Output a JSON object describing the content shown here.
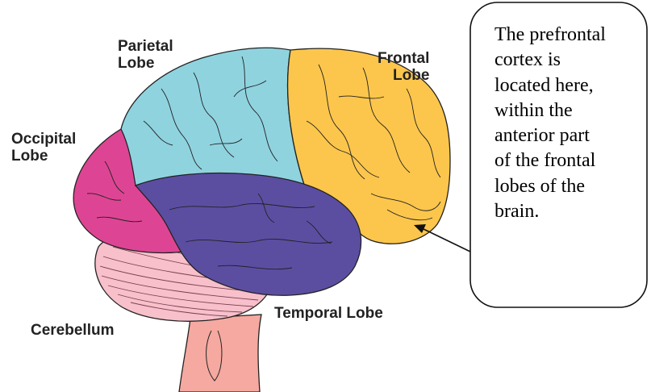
{
  "labels": {
    "parietal": {
      "line1": "Parietal",
      "line2": "Lobe"
    },
    "frontal": {
      "line1": "Frontal",
      "line2": "Lobe"
    },
    "occipital": {
      "line1": "Occipital",
      "line2": "Lobe"
    },
    "temporal": "Temporal Lobe",
    "cerebellum": "Cerebellum"
  },
  "callout": {
    "lines": [
      "The prefrontal",
      "cortex is",
      "located here,",
      "within the",
      "anterior part",
      "of the frontal",
      "lobes of the",
      "brain."
    ]
  },
  "colors": {
    "frontal": "#fcc64c",
    "parietal": "#8fd3df",
    "occipital": "#dd4594",
    "temporal": "#5b4ea1",
    "cerebellum": "#f7c0cb",
    "brainstem": "#f5a9a0",
    "outline": "#222222"
  }
}
